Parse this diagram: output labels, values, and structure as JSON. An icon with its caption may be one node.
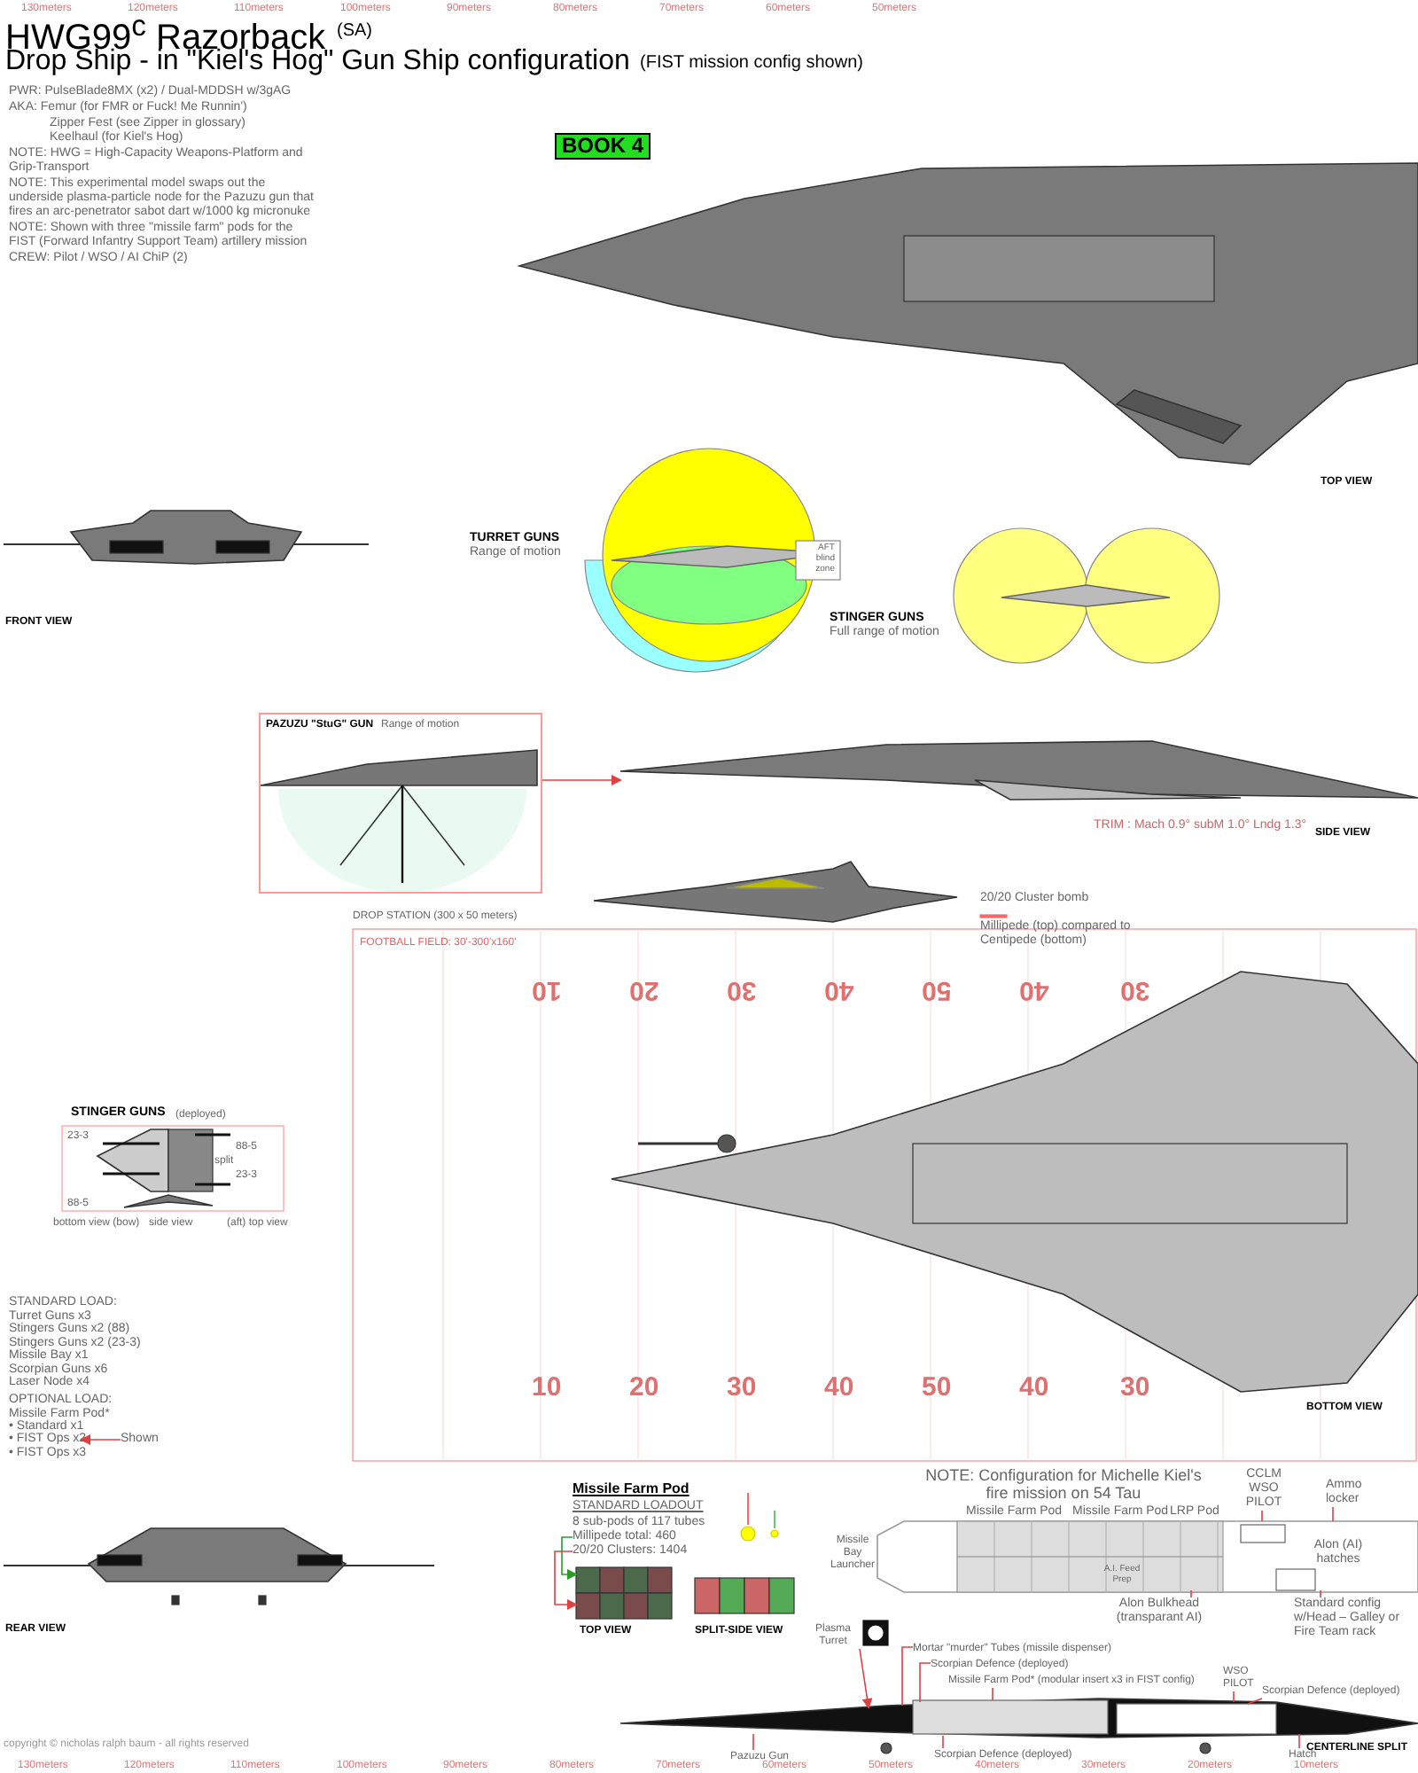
{
  "diagram": {
    "title": "HWG99$^{c}$ Razorback",
    "nodes": [
      {
        "text": [
          "BOOK 4"
        ]
      },
      {
        "text": [
          "PAZUZU \"StuG\" GUN",
          "Range of motion"
        ]
      },
      {
        "text": [],
        "shape": "picture",
        "beside": [
          "SIDE VIEW"
        ]
      },
      {
        "text": [
          "• FIST Ops x2"
        ]
      },
      {
        "text": [
          "Shown"
        ]
      },
      {
        "text": [
          "Millipede total: 460"
        ]
      },
      {
        "text": [
          "20/20 Clusters: 1404"
        ]
      },
      {
        "text": [
          "CCLM WSO PILOT"
        ]
      },
      {
        "text": [
          "Ammo locker"
        ]
      },
      {
        "text": [
          "Alon Bulkhead (transparant AI)"
        ]
      },
      {
        "text": [
          "Standard config w/Head – Galley or Fire Team rack"
        ]
      },
      {
        "text": [
          "Plasma Turret"
        ]
      },
      {
        "text": [
          "Mortar \"murder\" Tubes (missile dispenser)"
        ]
      },
      {
        "text": [
          "Scorpian Defence (deployed)"
        ]
      },
      {
        "text": [
          "Missile Farm Pod* (modular insert x3 in FIST config)"
        ]
      },
      {
        "text": [
          "WSO PILOT"
        ]
      },
      {
        "text": [
          "Scorpian Defence (deployed)"
        ]
      },
      {
        "text": [
          "Pazuzu Gun"
        ]
      },
      {
        "text": [
          "Scorpian Defence (deployed)"
        ]
      },
      {
        "text": [
          "Hatch"
        ]
      },
      {
        "text": [],
        "shape": "picture"
      },
      {
        "text": [],
        "shape": "picture"
      },
      {
        "text": [],
        "shape": "picture"
      }
    ],
    "edges": [
      {
        "from": 1,
        "to": 2,
        "arrow": "to"
      },
      {
        "from": 4,
        "to": 3,
        "arrow": "to"
      },
      {
        "from": 5,
        "to": 22,
        "arrow": "to",
        "color": "#2a9a2a"
      },
      {
        "from": 6,
        "to": 22,
        "arrow": "to"
      },
      {
        "from": 7,
        "to": 20,
        "arrow": "none"
      },
      {
        "from": 8,
        "to": 20,
        "arrow": "none"
      },
      {
        "from": 9,
        "to": 20,
        "arrow": "none"
      },
      {
        "from": 10,
        "to": 20,
        "arrow": "none"
      },
      {
        "from": 11,
        "to": 21,
        "arrow": "to"
      },
      {
        "from": 12,
        "to": 21,
        "arrow": "none"
      },
      {
        "from": 13,
        "to": 21,
        "arrow": "none"
      },
      {
        "from": 14,
        "to": 21,
        "arrow": "none"
      },
      {
        "from": 15,
        "to": 21,
        "arrow": "none"
      },
      {
        "from": 16,
        "to": 21,
        "arrow": "none"
      },
      {
        "from": 17,
        "to": 21,
        "arrow": "none"
      },
      {
        "from": 18,
        "to": 21,
        "arrow": "none"
      },
      {
        "from": 19,
        "to": 21,
        "arrow": "none"
      }
    ],
    "labels": [
      "(SA)",
      "Drop Ship - in \"Kiel's Hog\" Gun Ship configuration",
      "(FIST mission config shown)",
      "PWR: PulseBlade8MX (x2) / Dual-MDDSH w/3gAG",
      "AKA: Femur (for FMR or Fuck! Me Runnin')",
      "Zipper Fest (see Zipper in glossary)",
      "Keelhaul (for Kiel's Hog)",
      "NOTE: HWG = High-Capacity Weapons-Platform and Grip-Transport",
      "NOTE: This experimental model swaps out the underside plasma-particle node for the Pazuzu gun that fires an arc-penetrator sabot dart w/1000 kg micronuke",
      "NOTE: Shown with three \"missile farm\" pods for the FIST (Forward Infantry Support Team) artillery mission",
      "CREW: Pilot / WSO / AI ChiP (2)",
      "TOP VIEW",
      "FRONT VIEW",
      "TURRET GUNS",
      "Range of motion",
      "AFT blind zone",
      "STINGER GUNS",
      "Full range of motion",
      "TRIM : Mach 0.9° subM 1.0° Lndg 1.3°",
      "20/20 Cluster bomb",
      "Millipede (top) compared to Centipede (bottom)",
      "DROP STATION (300 x 50 meters)",
      "FOOTBALL FIELD: 30'-300'x160'",
      "10",
      "20",
      "30",
      "40",
      "50",
      "40",
      "30",
      "10",
      "20",
      "30",
      "40",
      "50",
      "40",
      "30",
      "BOTTOM VIEW",
      "STINGER GUNS",
      "(deployed)",
      "23-3",
      "88-5",
      "88-5",
      "split",
      "23-3",
      "bottom view (bow)",
      "side view",
      "(aft) top view",
      "STANDARD LOAD:",
      "Turret Guns x3",
      "Stingers Guns x2 (88)",
      "Stingers Guns x2 (23-3)",
      "Missile Bay x1",
      "Scorpian Guns x6",
      "Laser Node x4",
      "OPTIONAL LOAD:",
      "Missile Farm Pod*",
      "• Standard x1",
      "• FIST Ops x3",
      "REAR VIEW",
      "Missile Farm Pod",
      "STANDARD LOADOUT",
      "8 sub-pods of 117 tubes",
      "TOP VIEW",
      "SPLIT-SIDE VIEW",
      "NOTE: Configuration for Michelle Kiel's fire mission on 54 Tau",
      "Missile Farm Pod",
      "Missile Farm Pod",
      "LRP Pod",
      "Missile Bay Launcher",
      "A.I. Feed Prep",
      "Alon (AI) hatches",
      "copyright © nicholas ralph baum - all rights reserved",
      "CENTERLINE SPLIT",
      "130meters",
      "120meters",
      "110meters",
      "100meters",
      "90meters",
      "80meters",
      "70meters",
      "60meters",
      "50meters",
      "130meters",
      "120meters",
      "110meters",
      "100meters",
      "90meters",
      "80meters",
      "70meters",
      "60meters",
      "50meters",
      "40meters",
      "30meters",
      "20meters",
      "10meters"
    ]
  }
}
